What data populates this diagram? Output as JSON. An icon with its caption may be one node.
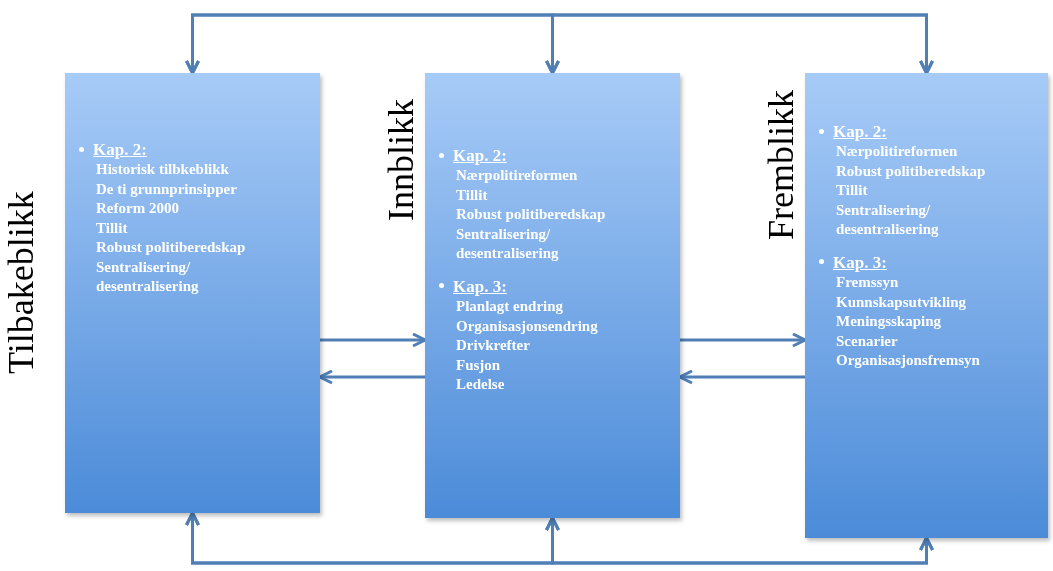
{
  "diagram": {
    "nodes": [
      {
        "text": [
          "Tilbakeblikk",
          "Kap. 2:",
          "Historisk tilbkeblikk",
          "De ti grunnprinsipper",
          "Reform 2000",
          "Tillit",
          "Robust politiberedskap",
          "Sentralisering/ desentralisering"
        ]
      },
      {
        "text": [
          "Innblikk",
          "Kap. 2:",
          "Nærpolitireformen",
          "Tillit",
          "Robust politiberedskap",
          "Sentralisering/ desentralisering",
          "Kap. 3:",
          "Planlagt endring",
          "Organisasjonsendring",
          "Drivkrefter",
          "Fusjon",
          "Ledelse"
        ]
      },
      {
        "text": [
          "Fremblikk",
          "Kap. 2:",
          "Nærpolitireformen",
          "Robust politiberedskap",
          "Tillit",
          "Sentralisering/ desentralisering",
          "Kap. 3:",
          "Fremssyn",
          "Kunnskapsutvikling",
          "Meningsskaping",
          "Scenarier",
          "Organisasjonsfremsyn"
        ]
      }
    ],
    "edges": [
      {
        "from": 0,
        "to": 1,
        "arrow": "to"
      },
      {
        "from": 1,
        "to": 0,
        "arrow": "to"
      },
      {
        "from": 1,
        "to": 2,
        "arrow": "to"
      },
      {
        "from": 2,
        "to": 1,
        "arrow": "to"
      },
      {
        "from": 0,
        "to": 1,
        "arrow": "both"
      },
      {
        "from": 1,
        "to": 2,
        "arrow": "both"
      },
      {
        "from": 0,
        "to": 2,
        "arrow": "both"
      },
      {
        "from": 0,
        "to": 1,
        "arrow": "both"
      },
      {
        "from": 1,
        "to": 2,
        "arrow": "both"
      },
      {
        "from": 0,
        "to": 2,
        "arrow": "both"
      }
    ]
  }
}
